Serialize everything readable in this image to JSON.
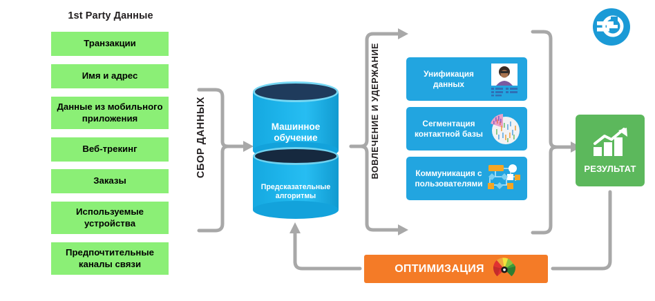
{
  "diagram": {
    "title_text": "1st Party Данные",
    "colors": {
      "source_box": "#8bef76",
      "panel_blue": "#22a5e0",
      "cylinder_blue": "#1fb6ec",
      "cylinder_top": "#1f3b5c",
      "result_green": "#5cb85c",
      "optimize_orange": "#f47b27",
      "connector_gray": "#a8a8a8",
      "logo_blue": "#1b9ad6",
      "text_dark": "#231f20",
      "text_light": "#ffffff"
    }
  },
  "left_column": {
    "heading": "1st Party Данные",
    "items": [
      {
        "label": "Транзакции"
      },
      {
        "label": "Имя и адрес"
      },
      {
        "label": "Данные из мобильного приложения"
      },
      {
        "label": "Веб-трекинг"
      },
      {
        "label": "Заказы"
      },
      {
        "label": "Используемые устройства"
      },
      {
        "label": "Предпочтительные каналы связи"
      }
    ]
  },
  "stage_labels": {
    "collect": "СБОР ДАННЫХ",
    "engage": "ВОВЛЕЧЕНИЕ И УДЕРЖАНИЕ"
  },
  "engine": {
    "top_label": "Машинное обучение",
    "bottom_label": "Предсказательные алгоритмы"
  },
  "capabilities": [
    {
      "label": "Унификация данных",
      "icon": "id-card-icon"
    },
    {
      "label": "Сегментация контактной базы",
      "icon": "pie-chart-people-icon"
    },
    {
      "label": "Коммуникация с пользователями",
      "icon": "flow-network-icon"
    }
  ],
  "result": {
    "label": "РЕЗУЛЬТАТ",
    "icon": "growth-bar-chart-icon"
  },
  "optimization": {
    "label": "ОПТИМИЗАЦИЯ",
    "icon": "speedometer-gauge-icon"
  },
  "brand": {
    "logo_icon": "e-circle-logo-icon"
  }
}
